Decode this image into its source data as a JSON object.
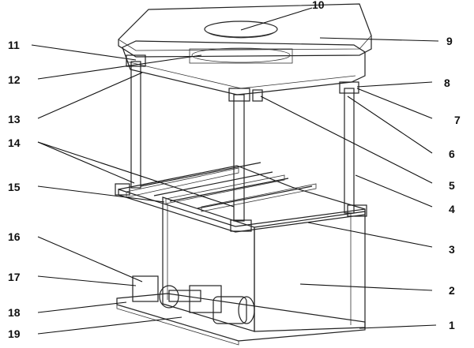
{
  "figure": {
    "labels": [
      "1",
      "2",
      "3",
      "4",
      "5",
      "6",
      "7",
      "8",
      "9",
      "10",
      "11",
      "12",
      "13",
      "14",
      "15",
      "16",
      "17",
      "18",
      "19"
    ]
  }
}
